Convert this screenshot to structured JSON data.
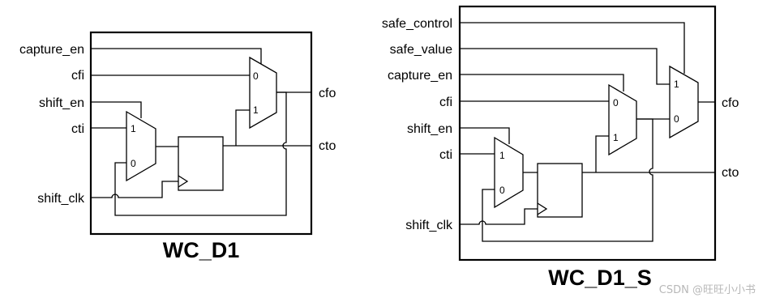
{
  "left": {
    "title": "WC_D1",
    "inputs": {
      "capture_en": "capture_en",
      "cfi": "cfi",
      "shift_en": "shift_en",
      "cti": "cti",
      "shift_clk": "shift_clk"
    },
    "outputs": {
      "cfo": "cfo",
      "cto": "cto"
    },
    "mux_shift": {
      "in_top": "1",
      "in_bottom": "0"
    },
    "mux_capture": {
      "in_top": "0",
      "in_bottom": "1"
    }
  },
  "right": {
    "title": "WC_D1_S",
    "inputs": {
      "safe_control": "safe_control",
      "safe_value": "safe_value",
      "capture_en": "capture_en",
      "cfi": "cfi",
      "shift_en": "shift_en",
      "cti": "cti",
      "shift_clk": "shift_clk"
    },
    "outputs": {
      "cfo": "cfo",
      "cto": "cto"
    },
    "mux_shift": {
      "in_top": "1",
      "in_bottom": "0"
    },
    "mux_capture": {
      "in_top": "0",
      "in_bottom": "1"
    },
    "mux_safe": {
      "in_top": "1",
      "in_bottom": "0"
    }
  },
  "watermark": "CSDN @旺旺小小书"
}
